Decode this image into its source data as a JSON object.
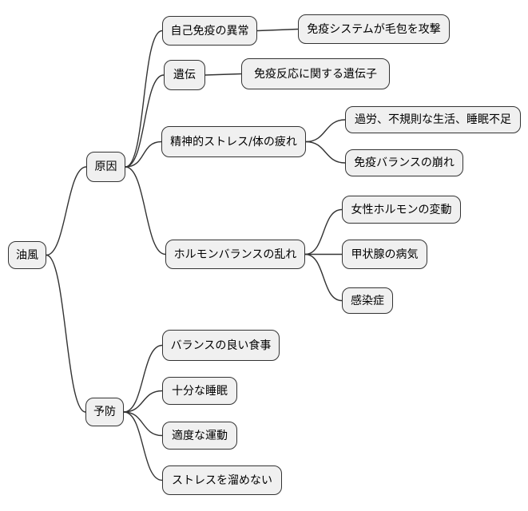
{
  "mindmap": {
    "type": "mindmap",
    "orientation": "left-to-right",
    "root": {
      "label": "油風"
    },
    "branches": [
      {
        "label": "原因",
        "children": [
          {
            "label": "自己免疫の異常",
            "children": [
              {
                "label": "免疫システムが毛包を攻撃"
              }
            ]
          },
          {
            "label": "遺伝",
            "children": [
              {
                "label": "免疫反応に関する遺伝子"
              }
            ]
          },
          {
            "label": "精神的ストレス/体の疲れ",
            "children": [
              {
                "label": "過労、不規則な生活、睡眠不足"
              },
              {
                "label": "免疫バランスの崩れ"
              }
            ]
          },
          {
            "label": "ホルモンバランスの乱れ",
            "children": [
              {
                "label": "女性ホルモンの変動"
              },
              {
                "label": "甲状腺の病気"
              },
              {
                "label": "感染症"
              }
            ]
          }
        ]
      },
      {
        "label": "予防",
        "children": [
          {
            "label": "バランスの良い食事"
          },
          {
            "label": "十分な睡眠"
          },
          {
            "label": "適度な運動"
          },
          {
            "label": "ストレスを溜めない"
          }
        ]
      }
    ],
    "colors": {
      "background": "#ffffff",
      "node_fill": "#f0f0f0",
      "node_border": "#333333",
      "connector": "#333333",
      "text": "#000000"
    }
  }
}
